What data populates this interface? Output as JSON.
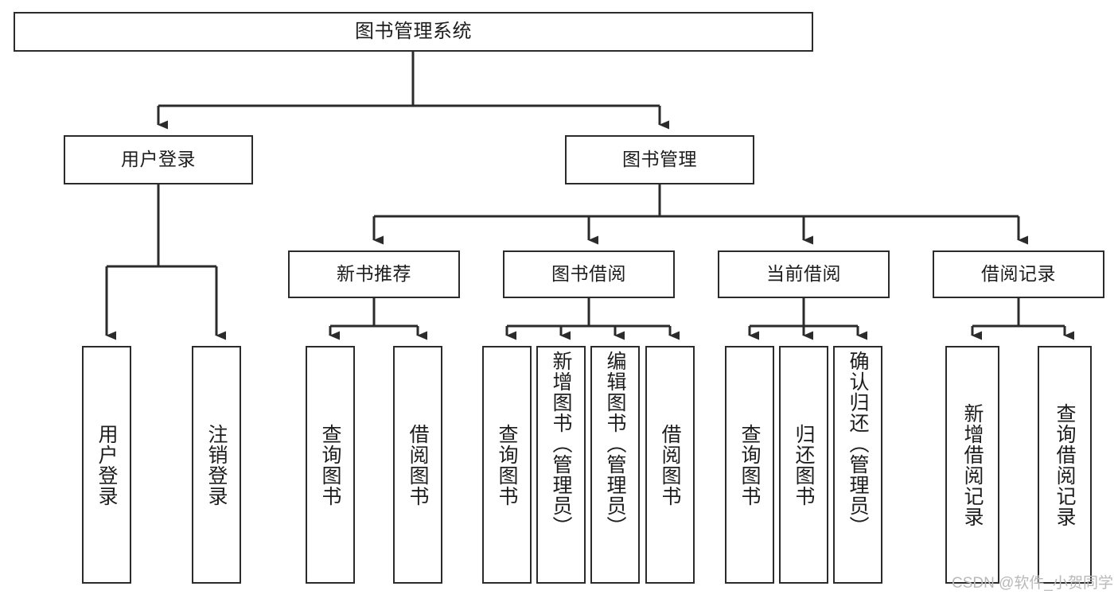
{
  "diagram": {
    "title": "图书管理系统",
    "type": "hierarchy-tree",
    "levels": 4,
    "root": {
      "label": "图书管理系统"
    },
    "level2": [
      {
        "label": "用户登录"
      },
      {
        "label": "图书管理"
      }
    ],
    "level3": [
      {
        "label": "新书推荐"
      },
      {
        "label": "图书借阅"
      },
      {
        "label": "当前借阅"
      },
      {
        "label": "借阅记录"
      }
    ],
    "leaves": {
      "user_login": [
        {
          "label": "用户登录"
        },
        {
          "label": "注销登录"
        }
      ],
      "new_book_recommend": [
        {
          "label": "查询图书"
        },
        {
          "label": "借阅图书"
        }
      ],
      "book_borrow": [
        {
          "label": "查询图书"
        },
        {
          "label": "新增图书（管理员）"
        },
        {
          "label": "编辑图书（管理员）"
        },
        {
          "label": "借阅图书"
        }
      ],
      "current_borrow": [
        {
          "label": "查询图书"
        },
        {
          "label": "归还图书"
        },
        {
          "label": "确认归还（管理员）"
        }
      ],
      "borrow_record": [
        {
          "label": "新增借阅记录"
        },
        {
          "label": "查询借阅记录"
        }
      ]
    }
  },
  "watermark": {
    "text": "CSDN @软件_小贺同学"
  },
  "colors": {
    "border": "#2b2b2b",
    "text": "#1d1d1d",
    "background": "#ffffff",
    "watermark": "#b9b9b9"
  }
}
